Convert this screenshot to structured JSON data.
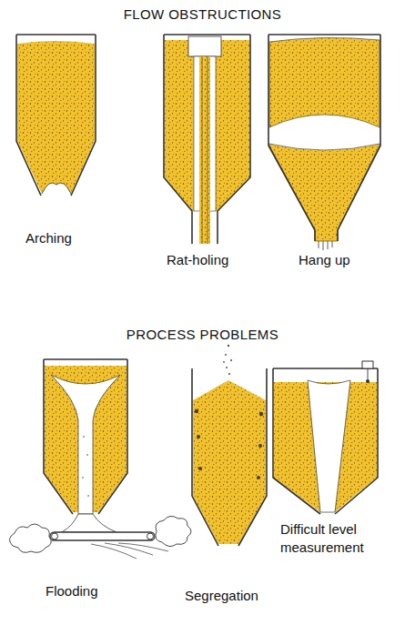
{
  "diagram": {
    "labels": [
      "FLOW OBSTRUCTIONS",
      "Arching",
      "Rat-holing",
      "Hang up",
      "PROCESS PROBLEMS",
      "Flooding",
      "Segregation",
      "Difficult level measurement"
    ]
  }
}
